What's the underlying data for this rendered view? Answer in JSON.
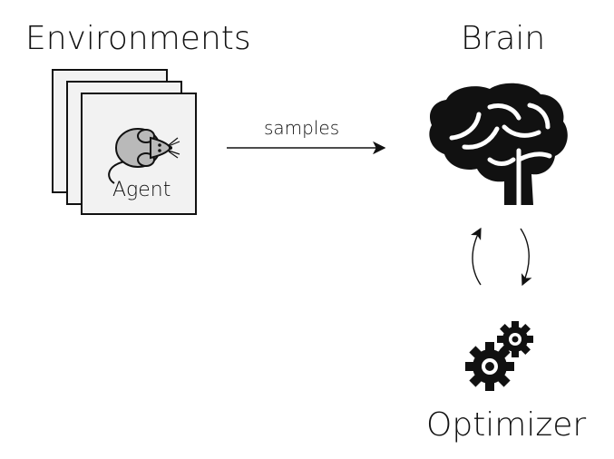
{
  "nodes": {
    "environments": {
      "title": "Environments",
      "agent_label": "Agent",
      "icon": "mouse-icon",
      "stack_count": 3
    },
    "brain": {
      "title": "Brain",
      "icon": "brain-icon"
    },
    "optimizer": {
      "title": "Optimizer",
      "icon": "gears-icon"
    }
  },
  "edges": {
    "env_to_brain": {
      "label": "samples"
    },
    "brain_optimizer": {
      "label": ""
    }
  },
  "colors": {
    "ink": "#111111",
    "card_fill": "#f2f2f2",
    "mouse_fill": "#b9b9b9"
  }
}
